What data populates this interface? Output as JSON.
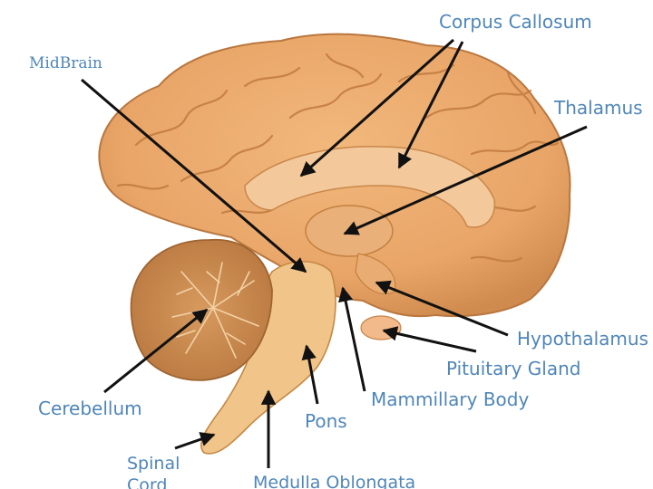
{
  "labels": {
    "corpus_callosum": "Corpus Callosum",
    "midbrain": "MidBrain",
    "thalamus": "Thalamus",
    "hypothalamus": "Hypothalamus",
    "pituitary_gland": "Pituitary Gland",
    "mammillary_body": "Mammillary Body",
    "cerebellum": "Cerebellum",
    "pons": "Pons",
    "spinal_cord_line1": "Spinal",
    "spinal_cord_line2": "Cord",
    "medulla_oblongata": "Medulla Oblongata"
  },
  "colors": {
    "label_text": "#4f86b8",
    "brain_tissue": "#e9a568",
    "brain_shadow": "#c97f45",
    "callosum": "#f3c89a",
    "brainstem": "#f1c589",
    "cerebellum": "#c8884e",
    "arrow": "#111111"
  }
}
